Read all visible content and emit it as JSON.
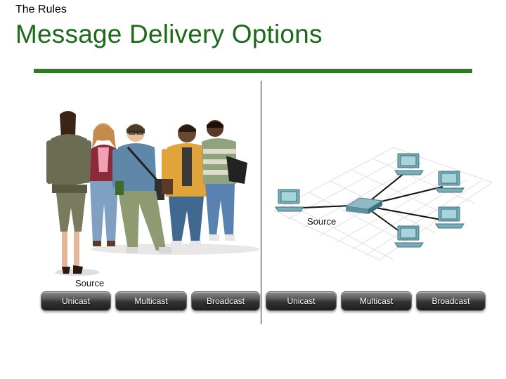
{
  "header": {
    "section": "The Rules",
    "title": "Message Delivery Options"
  },
  "people_scene": {
    "source_label": "Source"
  },
  "network_scene": {
    "source_label": "Source"
  },
  "buttons": {
    "people": [
      "Unicast",
      "Multicast",
      "Broadcast"
    ],
    "network": [
      "Unicast",
      "Multicast",
      "Broadcast"
    ]
  },
  "colors": {
    "title": "#1c6b1a",
    "rule": "#2d7a1f",
    "button": "#333333"
  }
}
